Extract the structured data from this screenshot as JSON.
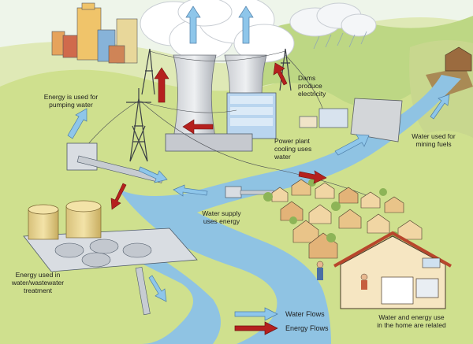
{
  "labels": {
    "pumping": "Energy is used for\npumping water",
    "dams": "Dams\nproduce\nelectricity",
    "mining": "Water used for\nmining fuels",
    "cooling": "Power plant\ncooling uses\nwater",
    "supply": "Water supply\nuses energy",
    "treatment": "Energy used in\nwater/wastewater\ntreatment",
    "home": "Water and energy use\nin the home are related"
  },
  "legend": {
    "water": "Water Flows",
    "energy": "Energy Flows"
  },
  "colors": {
    "water_arrow": "#8ec6ea",
    "energy_arrow": "#b5201e",
    "river": "#8fc3e3",
    "grass": "#cfe08e",
    "sky": "#eef5ea"
  }
}
